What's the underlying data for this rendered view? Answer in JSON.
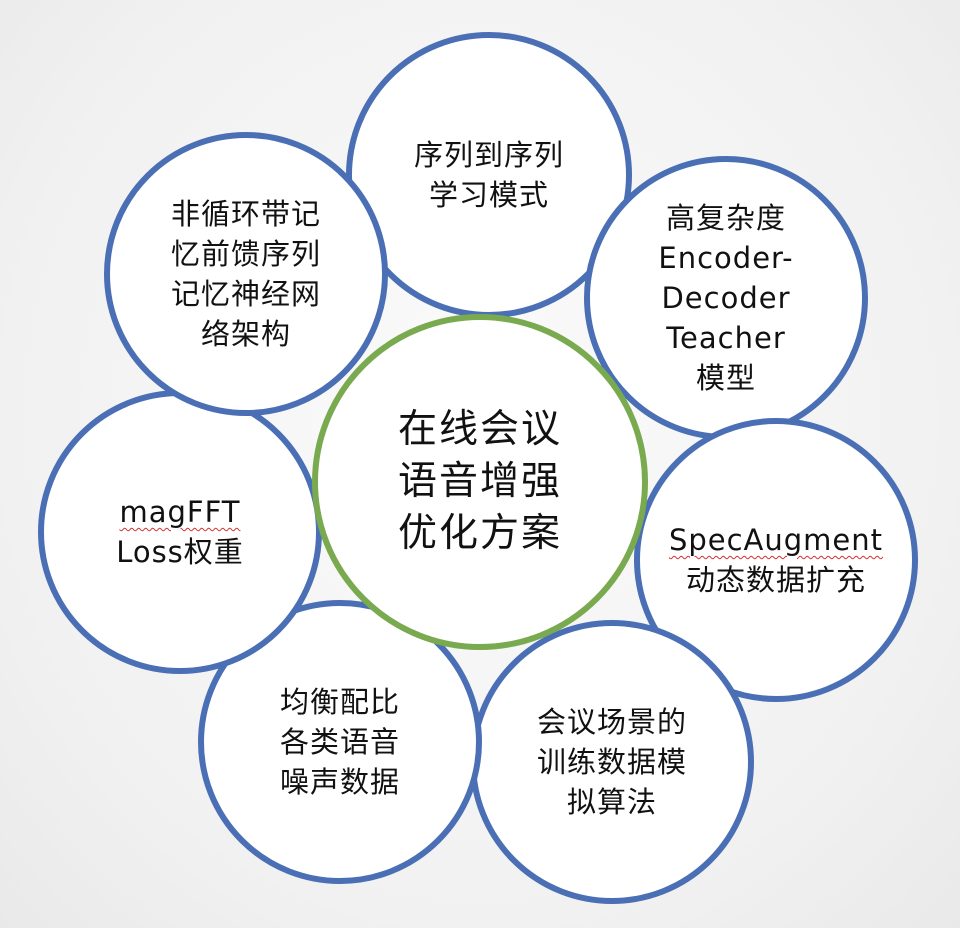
{
  "center": {
    "lines": [
      "在线会议",
      "语音增强",
      "优化方案"
    ]
  },
  "nodes": [
    {
      "id": "seq2seq",
      "lines": [
        "序列到序列",
        "学习模式"
      ]
    },
    {
      "id": "encoder-decoder",
      "lines": [
        "高复杂度",
        "Encoder-",
        "Decoder",
        "Teacher",
        "模型"
      ]
    },
    {
      "id": "specaugment",
      "lines": [
        "SpecAugment",
        "动态数据扩充"
      ]
    },
    {
      "id": "meeting-sim",
      "lines": [
        "会议场景的",
        "训练数据模",
        "拟算法"
      ]
    },
    {
      "id": "noise-balance",
      "lines": [
        "均衡配比",
        "各类语音",
        "噪声数据"
      ]
    },
    {
      "id": "magfft",
      "lines": [
        "magFFT",
        "Loss权重"
      ]
    },
    {
      "id": "fsmn",
      "lines": [
        "非循环带记",
        "忆前馈序列",
        "记忆神经网",
        "络架构"
      ]
    }
  ],
  "colors": {
    "node_border": "#4a6fb5",
    "center_border": "#7aaa50",
    "spell_underline": "#d23030"
  }
}
